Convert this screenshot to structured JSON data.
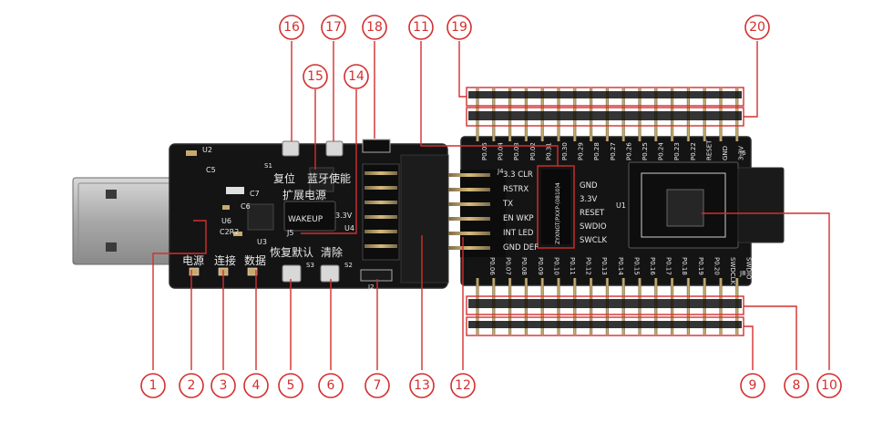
{
  "board": {
    "usb_pcb_labels": {
      "u2": "U2",
      "c5": "C5",
      "c7": "C7",
      "c6": "C6",
      "u6": "U6",
      "c2r2": "C2R2",
      "u3": "U3",
      "power": "电源",
      "connect": "连接",
      "data": "数据",
      "reset_cn": "复位",
      "bt_enable": "蓝牙使能",
      "ext_power": "扩展电源",
      "wakeup": "WAKEUP",
      "v33": "3.3V",
      "u4": "U4",
      "j5": "J5",
      "restore_default": "恢复默认",
      "clear": "清除",
      "s1": "S1",
      "s2": "S2",
      "s3": "S3",
      "j2": "J2"
    },
    "side_header_labels": [
      "3.3 CLR",
      "RSTRX",
      "TX",
      "EN WKP",
      "INT LED",
      "GND DEF"
    ],
    "swd_labels": [
      "GND",
      "3.3V",
      "RESET",
      "SWDIO",
      "SWCLK"
    ],
    "swd_vertical_text": "ZYXNGT/PXXP-(0810)4",
    "top_pin_labels": [
      "P0.05",
      "P0.04",
      "P0.03",
      "P0.02",
      "P0.31",
      "P0.30",
      "P0.29",
      "P0.28",
      "P0.27",
      "P0.26",
      "P0.25",
      "P0.24",
      "P0.23",
      "P0.22",
      "RESET",
      "GND",
      "3.3V"
    ],
    "bottom_pin_labels": [
      "P0.06",
      "P0.07",
      "P0.08",
      "P0.09",
      "P0.10",
      "P0.11",
      "P0.12",
      "P0.13",
      "P0.14",
      "P0.15",
      "P0.16",
      "P0.17",
      "P0.18",
      "P0.19",
      "P0.20",
      "SWDCLK",
      "SWDIO"
    ],
    "module_labels": {
      "u1": "U1",
      "j4": "J4",
      "j6": "J6",
      "j8": "J8"
    }
  },
  "callouts": [
    {
      "id": 1,
      "label": "1"
    },
    {
      "id": 2,
      "label": "2"
    },
    {
      "id": 3,
      "label": "3"
    },
    {
      "id": 4,
      "label": "4"
    },
    {
      "id": 5,
      "label": "5"
    },
    {
      "id": 6,
      "label": "6"
    },
    {
      "id": 7,
      "label": "7"
    },
    {
      "id": 8,
      "label": "8"
    },
    {
      "id": 9,
      "label": "9"
    },
    {
      "id": 10,
      "label": "10"
    },
    {
      "id": 11,
      "label": "11"
    },
    {
      "id": 12,
      "label": "12"
    },
    {
      "id": 13,
      "label": "13"
    },
    {
      "id": 14,
      "label": "14"
    },
    {
      "id": 15,
      "label": "15"
    },
    {
      "id": 16,
      "label": "16"
    },
    {
      "id": 17,
      "label": "17"
    },
    {
      "id": 18,
      "label": "18"
    },
    {
      "id": 19,
      "label": "19"
    },
    {
      "id": 20,
      "label": "20"
    }
  ],
  "colors": {
    "pcb": "#141414",
    "pcb_edge": "#2a2a2a",
    "silkscreen": "#e8e8e8",
    "callout_red": "#d32f2f",
    "usb_metal": "#b0b0b0",
    "pin_gold": "#c8a45a"
  }
}
